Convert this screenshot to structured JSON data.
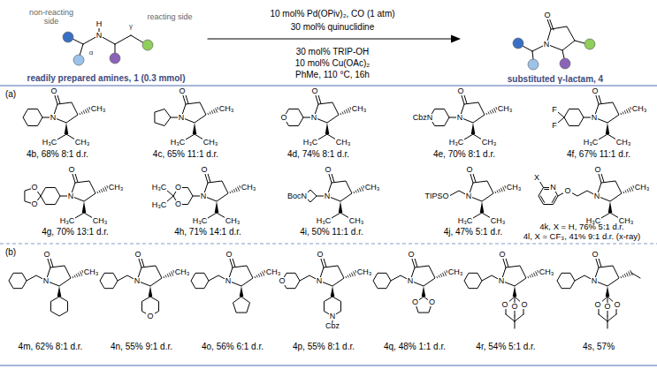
{
  "diagram": {
    "labels": [
      "non-reacting side",
      "reacting side",
      "H",
      "N",
      "α",
      "γ",
      "readily prepared amines, 1 (0.3 mmol)",
      "10 mol% Pd(OPiv)₂, CO (1 atm)",
      "30 mol% quinuclidine",
      "30 mol% TRIP-OH",
      "10 mol% Cu(OAc)₂",
      "PhMe, 110 °C, 16h",
      "O",
      "N",
      "substituted γ-lactam, 4",
      "(a)",
      "O",
      "N",
      "CH₃",
      "H₃C",
      "CH₃",
      "4b, 68% 8:1 d.r.",
      "O",
      "N",
      "CH₃",
      "H₃C",
      "CH₃",
      "4c, 65% 11:1 d.r.",
      "O",
      "N",
      "CH₃",
      "H₃C",
      "CH₃",
      "O",
      "4d, 74% 8:1 d.r.",
      "O",
      "N",
      "CH₃",
      "H₃C",
      "CH₃",
      "CbzN",
      "4e, 70% 8:1 d.r.",
      "O",
      "N",
      "CH₃",
      "H₃C",
      "CH₃",
      "F",
      "F",
      "4f, 67% 11:1 d.r.",
      "O",
      "N",
      "CH₃",
      "H₃C",
      "CH₃",
      "O",
      "O",
      "4g, 70% 13:1 d.r.",
      "O",
      "N",
      "CH₃",
      "H₃C",
      "CH₃",
      "O",
      "O",
      "H₃C",
      "H₃C",
      "4h, 71% 14:1 d.r.",
      "O",
      "N",
      "CH₃",
      "H₃C",
      "CH₃",
      "BocN",
      "4i, 50% 11:1 d.r.",
      "O",
      "N",
      "CH₃",
      "H₃C",
      "CH₃",
      "TIPSO",
      "4j, 47% 5:1 d.r.",
      "O",
      "N",
      "CH₃",
      "H₃C",
      "CH₃",
      "O",
      "N",
      "X",
      "4k, X = H, 76% 5:1 d.r.",
      "4l, X = CF₃, 41% 9:1 d.r. (x-ray)",
      "(b)",
      "O",
      "N",
      "CH₃",
      "4m, 62% 8:1 d.r.",
      "O",
      "N",
      "CH₃",
      "O",
      "4n, 55% 9:1 d.r.",
      "O",
      "N",
      "CH₃",
      "4o, 56% 6:1 d.r.",
      "O",
      "N",
      "CH₃",
      "O",
      "N",
      "Cbz",
      "4p, 55% 8:1 d.r.",
      "O",
      "N",
      "CH₃",
      "O",
      "O",
      "4q, 48% 1:1 d.r.",
      "O",
      "N",
      "CH₃",
      "O",
      "O",
      "O",
      "4r, 54% 5:1 d.r.",
      "O",
      "N",
      "O",
      "O",
      "O",
      "4s, 57%"
    ]
  }
}
